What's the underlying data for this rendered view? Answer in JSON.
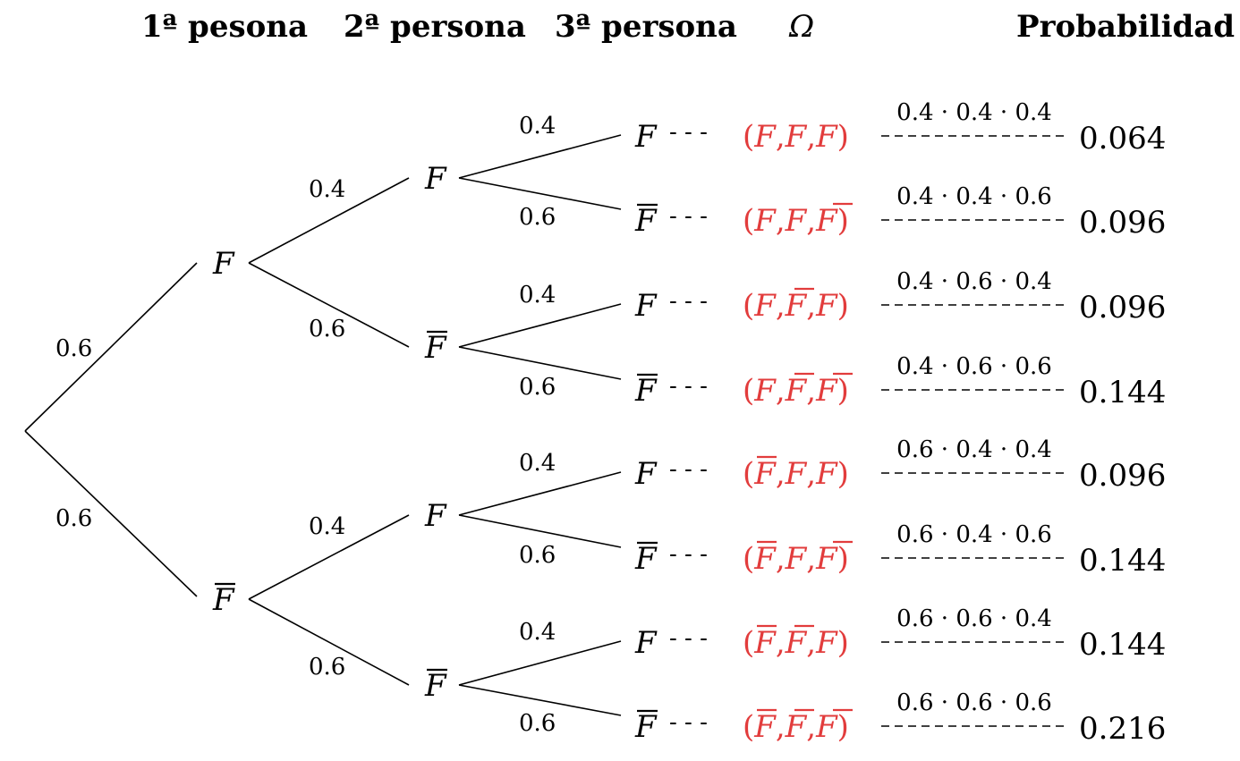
{
  "headers": {
    "first": "1ª pesona",
    "second": "2ª persona",
    "third": "3ª persona",
    "omega": "Ω",
    "probability": "Probabilidad"
  },
  "colors": {
    "outcome": "#e23c3c",
    "lines": "#000000"
  },
  "symbols": {
    "success": "F",
    "failure": "F̄"
  },
  "level1": [
    {
      "node": "F",
      "bar": false,
      "prob": "0.6"
    },
    {
      "node": "F",
      "bar": true,
      "prob": "0.6"
    }
  ],
  "level2": [
    {
      "node": "F",
      "bar": false,
      "prob": "0.4"
    },
    {
      "node": "F",
      "bar": true,
      "prob": "0.6"
    },
    {
      "node": "F",
      "bar": false,
      "prob": "0.4"
    },
    {
      "node": "F",
      "bar": true,
      "prob": "0.6"
    }
  ],
  "leaves": [
    {
      "node": "F",
      "bar": false,
      "prob": "0.4",
      "outcome": [
        false,
        false,
        false
      ],
      "calc": "0.4 · 0.4 · 0.4",
      "result": "0.064"
    },
    {
      "node": "F",
      "bar": true,
      "prob": "0.6",
      "outcome": [
        false,
        false,
        true
      ],
      "calc": "0.4 · 0.4 · 0.6",
      "result": "0.096"
    },
    {
      "node": "F",
      "bar": false,
      "prob": "0.4",
      "outcome": [
        false,
        true,
        false
      ],
      "calc": "0.4 · 0.6 · 0.4",
      "result": "0.096"
    },
    {
      "node": "F",
      "bar": true,
      "prob": "0.6",
      "outcome": [
        false,
        true,
        true
      ],
      "calc": "0.4 · 0.6 · 0.6",
      "result": "0.144"
    },
    {
      "node": "F",
      "bar": false,
      "prob": "0.4",
      "outcome": [
        true,
        false,
        false
      ],
      "calc": "0.6 · 0.4 · 0.4",
      "result": "0.096"
    },
    {
      "node": "F",
      "bar": true,
      "prob": "0.6",
      "outcome": [
        true,
        false,
        true
      ],
      "calc": "0.6 · 0.4 · 0.6",
      "result": "0.144"
    },
    {
      "node": "F",
      "bar": false,
      "prob": "0.4",
      "outcome": [
        true,
        true,
        false
      ],
      "calc": "0.6 · 0.6 · 0.4",
      "result": "0.144"
    },
    {
      "node": "F",
      "bar": true,
      "prob": "0.6",
      "outcome": [
        true,
        true,
        true
      ],
      "calc": "0.6 · 0.6 · 0.6",
      "result": "0.216"
    }
  ]
}
